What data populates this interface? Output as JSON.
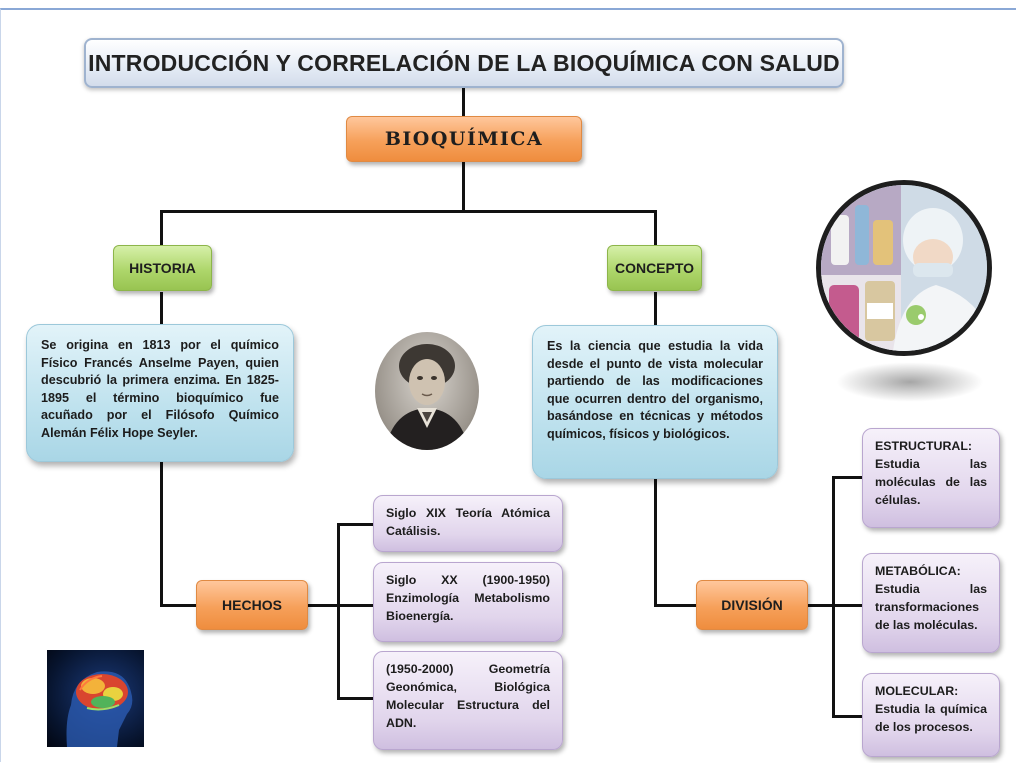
{
  "title": "INTRODUCCIÓN Y CORRELACIÓN DE LA BIOQUÍMICA CON SALUD",
  "root": "BIOQUÍMICA",
  "historia": {
    "label": "HISTORIA",
    "text": "Se origina en 1813 por el químico Físico Francés Anselme Payen, quien descubrió la primera enzima. En 1825-1895 el término bioquímico fue acuñado por el Filósofo Químico Alemán Félix Hope Seyler."
  },
  "concepto": {
    "label": "CONCEPTO",
    "text": "Es la ciencia que estudia la vida desde el punto de vista molecular partiendo de las modificaciones que ocurren dentro del organismo, basándose en técnicas y métodos químicos, físicos y biológicos."
  },
  "hechos": {
    "label": "HECHOS",
    "items": [
      "Siglo XIX Teoría Atómica Catálisis.",
      "Siglo XX (1900-1950) Enzimología Metabolismo Bioenergía.",
      "(1950-2000) Geometría Geonómica, Biológica Molecular Estructura del ADN."
    ]
  },
  "division": {
    "label": "DIVISIÓN",
    "items": [
      {
        "title": "ESTRUCTURAL:",
        "text": "Estudia las moléculas de las células."
      },
      {
        "title": "METABÓLICA:",
        "text": "Estudia las transformaciones de las moléculas."
      },
      {
        "title": "MOLECULAR:",
        "text": "Estudia la química de los procesos."
      }
    ]
  },
  "colors": {
    "orange": "#f6a05a",
    "green": "#aed66b",
    "blue": "#bfe2ee",
    "purple": "#e1d5ec",
    "title_border": "#9fb3cf"
  }
}
